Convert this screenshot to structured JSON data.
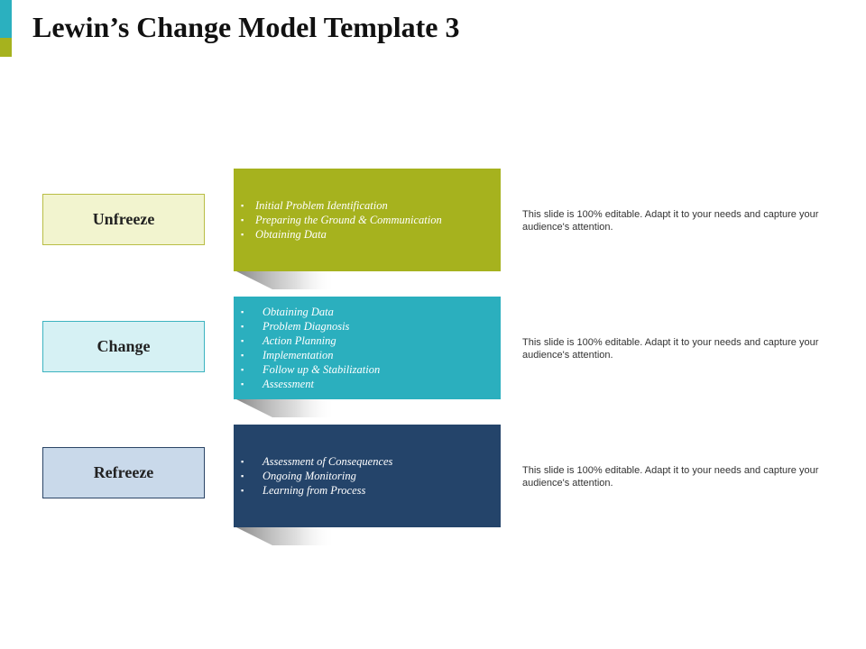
{
  "title": "Lewin’s Change Model Template 3",
  "colors": {
    "accent_teal": "#2bb0bf",
    "accent_olive": "#a6b21e"
  },
  "stages": [
    {
      "label": "Unfreeze",
      "label_bg": "#f2f4cf",
      "label_border": "#b9bd45",
      "panel_color": "#a6b21e",
      "items": [
        "Initial Problem Identification",
        "Preparing the Ground & Communication",
        "Obtaining Data"
      ],
      "description": "This slide is 100% editable. Adapt it to your needs and capture your audience's attention."
    },
    {
      "label": "Change",
      "label_bg": "#d6f1f4",
      "label_border": "#3cb3c0",
      "panel_color": "#2bafbe",
      "items": [
        "Obtaining Data",
        "Problem Diagnosis",
        "Action Planning",
        "Implementation",
        "Follow up & Stabilization",
        "Assessment"
      ],
      "description": "This slide is 100% editable. Adapt it to your needs and capture your audience's attention."
    },
    {
      "label": "Refreeze",
      "label_bg": "#c9d9ea",
      "label_border": "#2b4566",
      "panel_color": "#24446a",
      "items": [
        "Assessment of Consequences",
        "Ongoing Monitoring",
        "Learning from Process"
      ],
      "description": "This slide is 100% editable. Adapt it to your needs and capture your audience's attention."
    }
  ]
}
